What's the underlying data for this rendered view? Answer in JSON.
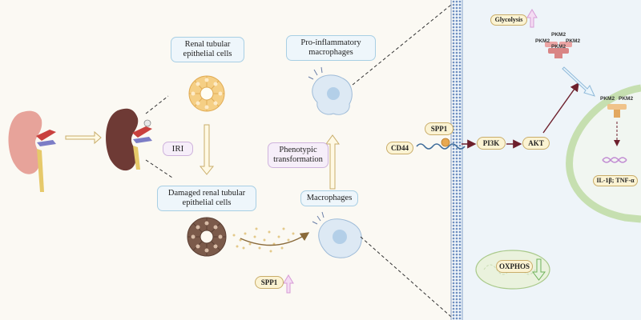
{
  "labels": {
    "renal_cells": "Renal tubular epithelial cells",
    "iri": "IRI",
    "damaged_cells": "Damaged renal tubular epithelial cells",
    "pro_inflammatory": "Pro-inflammatory macrophages",
    "phenotypic": "Phenotypic transformation",
    "macrophages": "Macrophages",
    "spp1_secreted": "SPP1",
    "spp1_ligand": "SPP1",
    "cd44": "CD44",
    "pi3k": "PI3K",
    "akt": "AKT",
    "glycolysis": "Glycolysis",
    "pkm2": "PKM2",
    "cytokines": "IL-1β; TNF-α",
    "oxphos": "OXPHOS"
  },
  "colors": {
    "left_panel_bg": "#fbf9f3",
    "right_panel_bg": "#eef4f9",
    "kidney_healthy": "#e7a39a",
    "kidney_damaged": "#6e3a35",
    "pathway_arrow": "#6d1f2c",
    "up_arrow_pink": "#d79bd6",
    "down_arrow_green": "#6fb25a"
  }
}
